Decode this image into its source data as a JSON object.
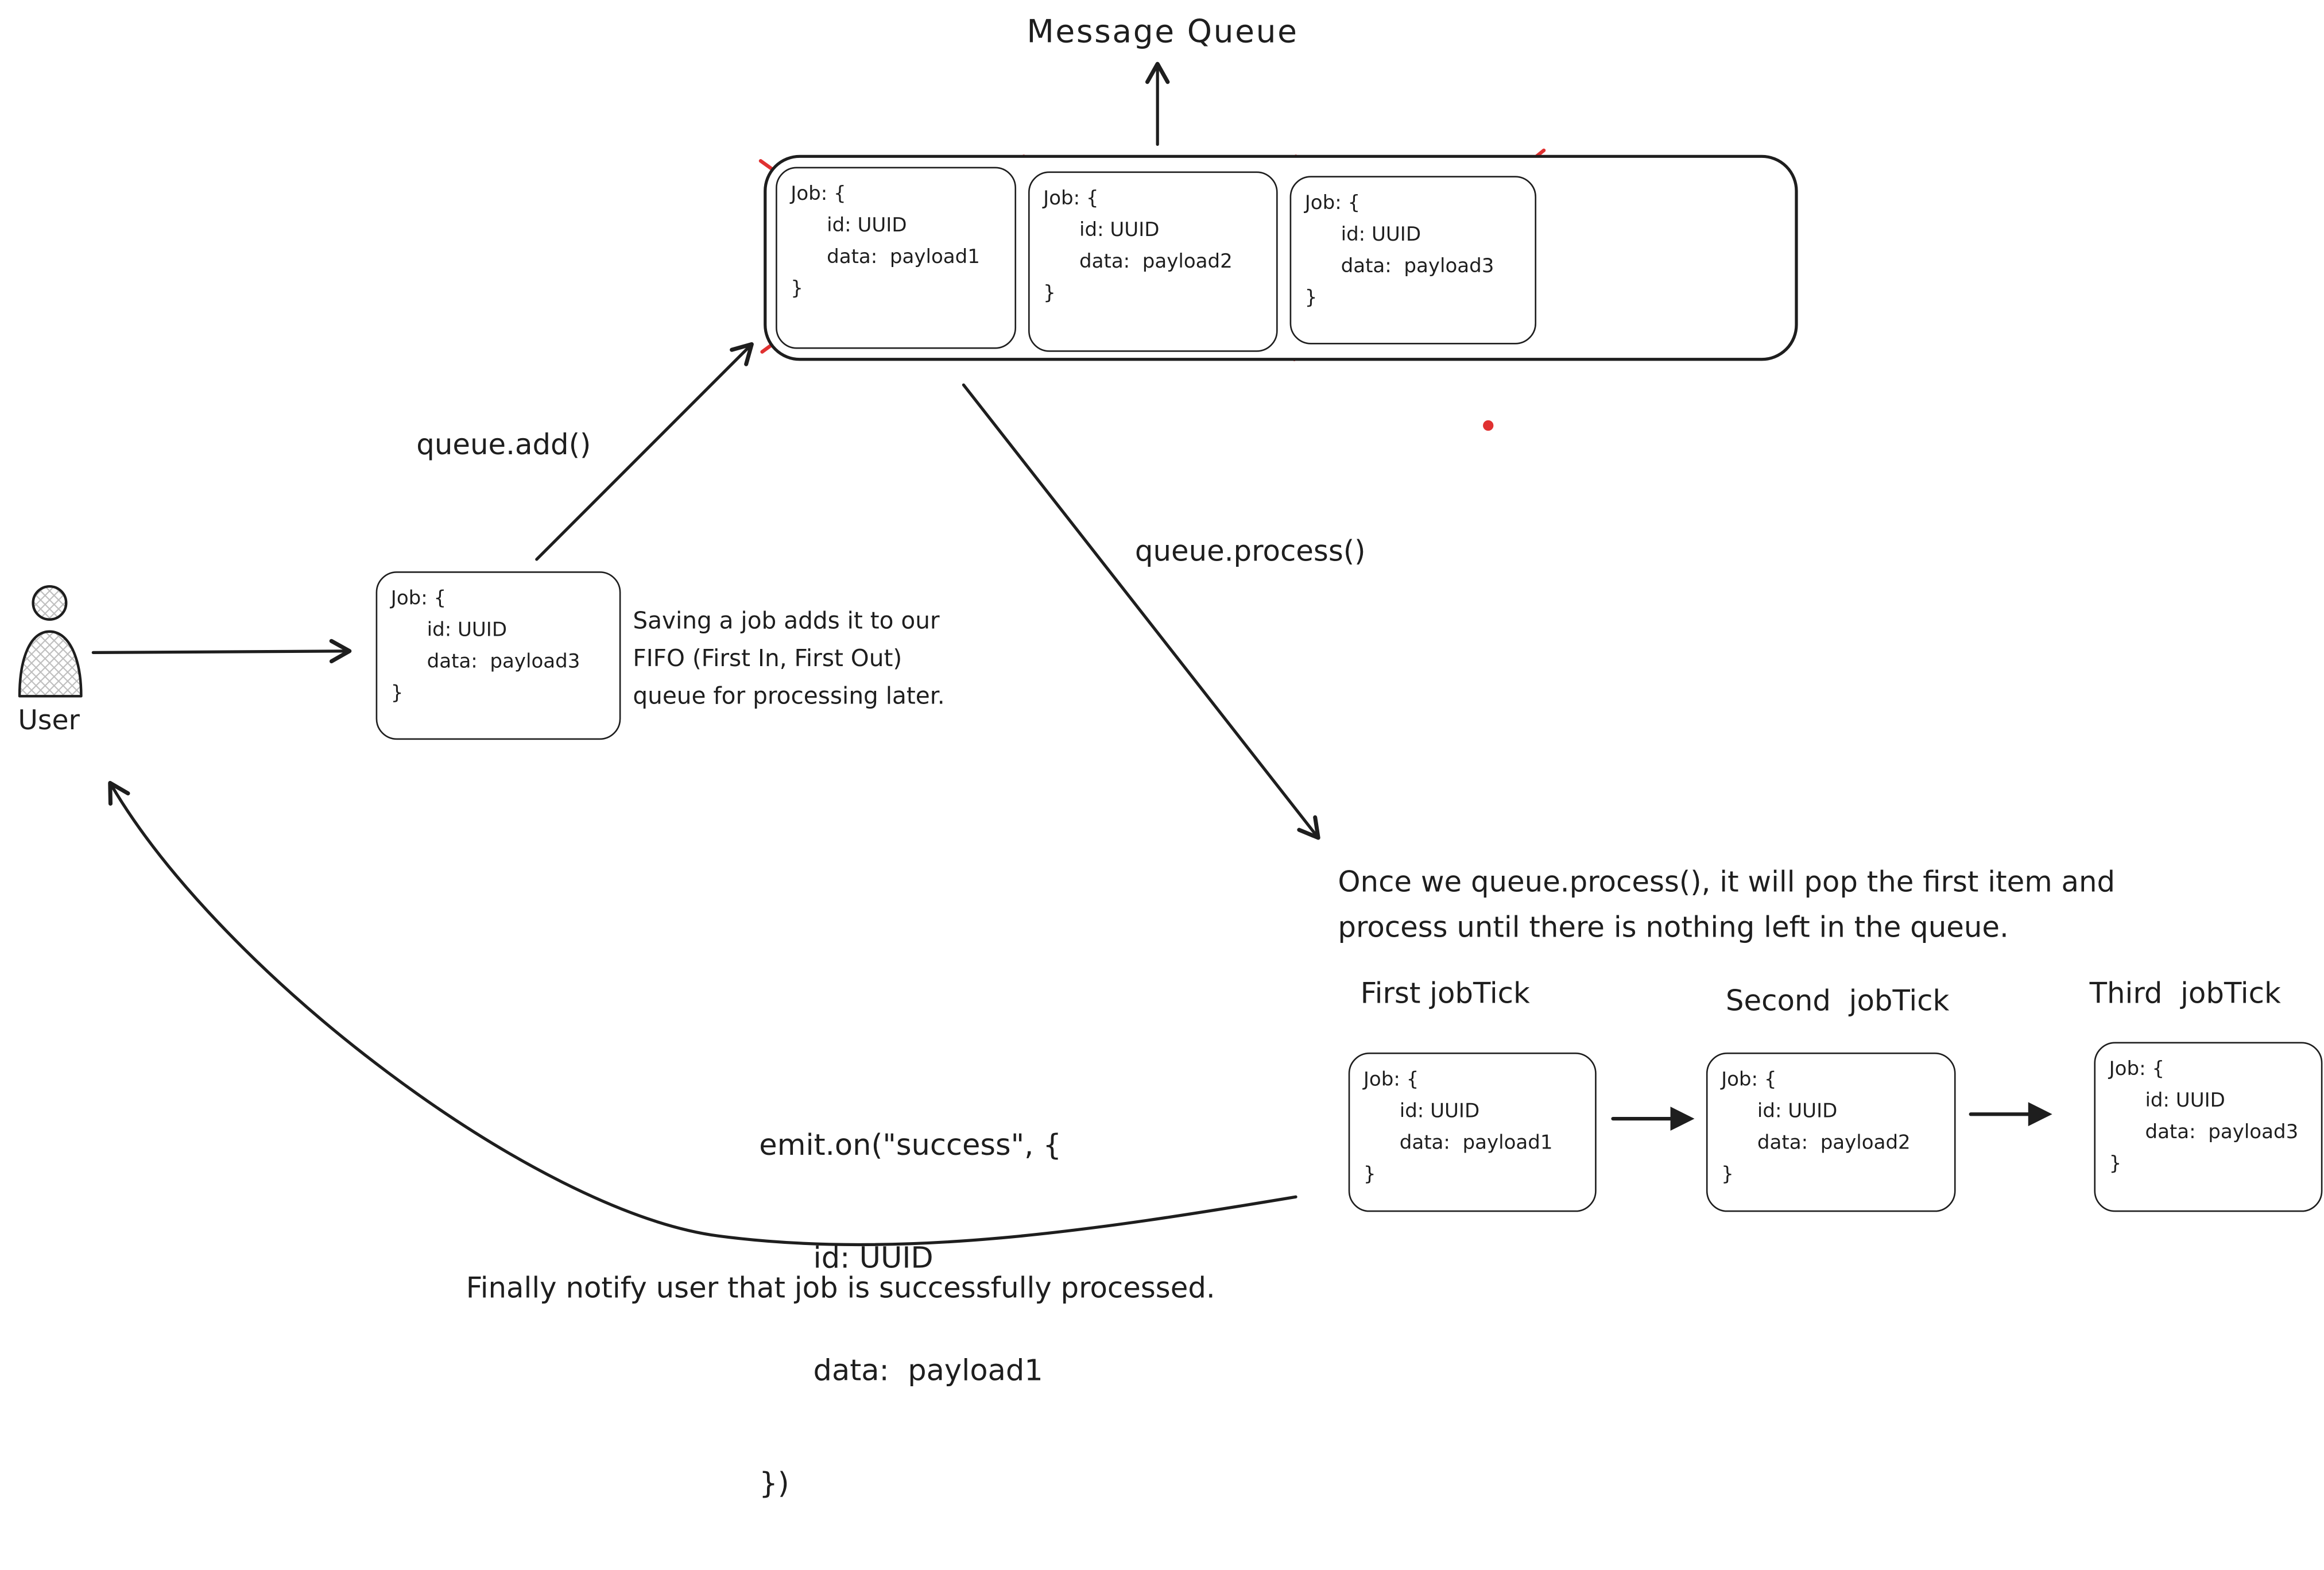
{
  "title": "Message Queue",
  "colors": {
    "ink": "#1e1e1e",
    "accent_red": "#e03131"
  },
  "queue": {
    "jobs": [
      {
        "open": "Job: {",
        "id": "id: UUID",
        "data": "data:  payload1",
        "close": "}"
      },
      {
        "open": "Job: {",
        "id": "id: UUID",
        "data": "data:  payload2",
        "close": "}"
      },
      {
        "open": "Job: {",
        "id": "id: UUID",
        "data": "data:  payload3",
        "close": "}"
      }
    ]
  },
  "user": {
    "label": "User"
  },
  "user_job": {
    "open": "Job: {",
    "id": "id: UUID",
    "data": "data:  payload3",
    "close": "}"
  },
  "labels": {
    "queue_add": "queue.add()",
    "queue_process": "queue.process()"
  },
  "notes": {
    "saving": [
      "Saving a job adds it to our",
      "FIFO (First In, First Out)",
      "queue for processing later."
    ],
    "process": [
      "Once we queue.process(), it will pop the first item and",
      "process until there is nothing left in the queue."
    ],
    "finally": "Finally notify user that job is successfully processed."
  },
  "emit": {
    "line1": "emit.on(\"success\", {",
    "line2": "id: UUID",
    "line3": "data:  payload1",
    "line4": "})"
  },
  "ticks": [
    {
      "label": "First jobTick",
      "job": {
        "open": "Job: {",
        "id": "id: UUID",
        "data": "data:  payload1",
        "close": "}"
      }
    },
    {
      "label": "Second  jobTick",
      "job": {
        "open": "Job: {",
        "id": "id: UUID",
        "data": "data:  payload2",
        "close": "}"
      }
    },
    {
      "label": "Third  jobTick",
      "job": {
        "open": "Job: {",
        "id": "id: UUID",
        "data": "data:  payload3",
        "close": "}"
      }
    }
  ]
}
